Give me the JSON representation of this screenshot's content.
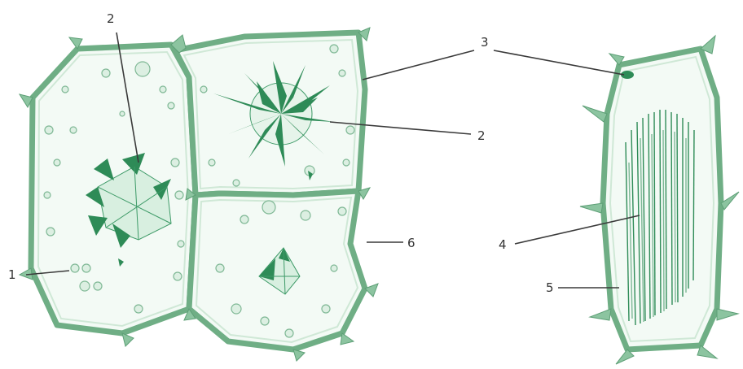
{
  "figure": {
    "labels": [
      {
        "id": "label-1",
        "text": "1"
      },
      {
        "id": "label-2-top",
        "text": "2"
      },
      {
        "id": "label-2-right",
        "text": "2"
      },
      {
        "id": "label-3",
        "text": "3"
      },
      {
        "id": "label-4",
        "text": "4"
      },
      {
        "id": "label-5",
        "text": "5"
      },
      {
        "id": "label-6",
        "text": "6"
      }
    ]
  },
  "colors": {
    "cell_wall": "#6fae85",
    "crystal": "#2e8b57",
    "raphides": "#2f8c58",
    "cytoplasm": "#f3faf5"
  }
}
